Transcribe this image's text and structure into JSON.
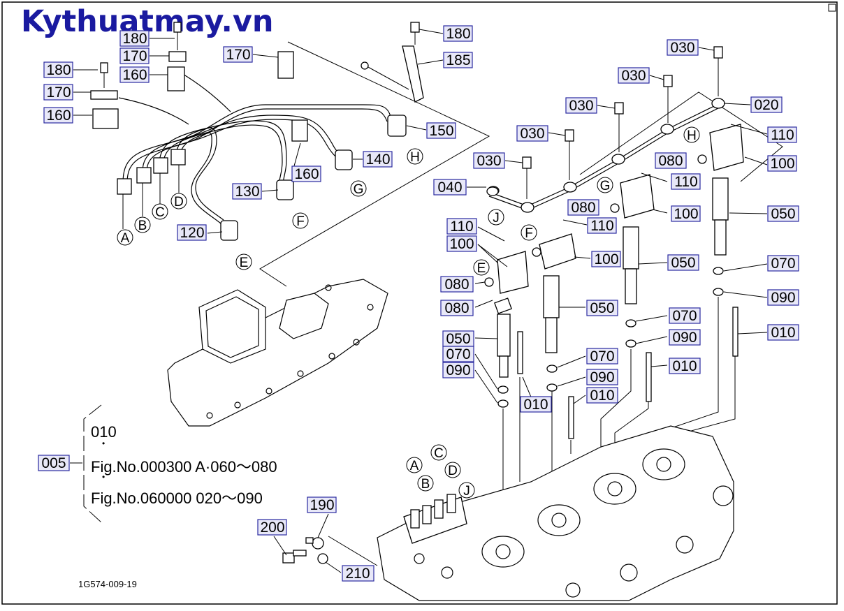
{
  "watermark": "Kythuatmay.vn",
  "drawing_code": "1G574-009-19",
  "callouts": {
    "c180a": "180",
    "c170a": "170",
    "c160a": "160",
    "c180b": "180",
    "c170b": "170",
    "c160b": "160",
    "c170c": "170",
    "c180c": "180",
    "c185": "185",
    "c150": "150",
    "c140": "140",
    "c160c": "160",
    "c130": "130",
    "c120": "120",
    "c030a": "030",
    "c030b": "030",
    "c030c": "030",
    "c030d": "030",
    "c030e": "030",
    "c020": "020",
    "c110a": "110",
    "c100a": "100",
    "c080a": "080",
    "c110b": "110",
    "c100b": "100",
    "c050a": "050",
    "c040": "040",
    "c080b": "080",
    "c110c": "110",
    "c100c": "100",
    "c050b": "050",
    "c110d": "110",
    "c100d": "100",
    "c070a": "070",
    "c090a": "090",
    "c010a": "010",
    "c080c": "080",
    "c080d": "080",
    "c050c": "050",
    "c050d": "050",
    "c070b": "070",
    "c090b": "090",
    "c010b": "010",
    "c070c": "070",
    "c090c": "090",
    "c010c": "010",
    "c070d": "070",
    "c090d": "090",
    "c010d": "010",
    "c005": "005",
    "c190": "190",
    "c200": "200",
    "c210": "210"
  },
  "letters": {
    "A": "A",
    "B": "B",
    "C": "C",
    "D": "D",
    "E": "E",
    "F": "F",
    "G": "G",
    "H": "H",
    "J": "J"
  },
  "note": {
    "line1": "010",
    "line2": "Fig.No.000300  A·060～080",
    "line3": "Fig.No.060000  020～090",
    "dot": "•"
  }
}
